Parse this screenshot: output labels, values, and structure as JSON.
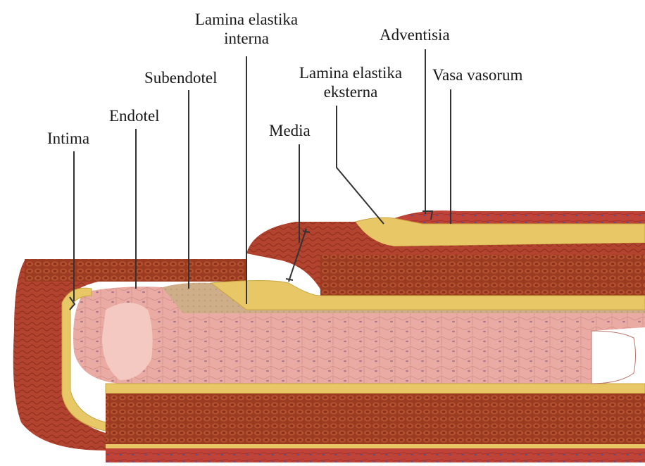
{
  "labels": {
    "intima": "Intima",
    "endotel": "Endotel",
    "subendotel": "Subendotel",
    "lamina_interna_line1": "Lamina elastika",
    "lamina_interna_line2": "interna",
    "media": "Media",
    "lamina_eksterna_line1": "Lamina elastika",
    "lamina_eksterna_line2": "eksterna",
    "adventisia": "Adventisia",
    "vasa_vasorum": "Vasa vasorum"
  },
  "colors": {
    "background": "#ffffff",
    "adventitia_red": "#b83a30",
    "media_brown": "#9b3b22",
    "elastic_yellow": "#e8c766",
    "endothelium_pink": "#e7a7a0",
    "lumen_pink": "#f0c4bb",
    "subendothelium_tan": "#cfb089",
    "leader_line": "#333333"
  }
}
